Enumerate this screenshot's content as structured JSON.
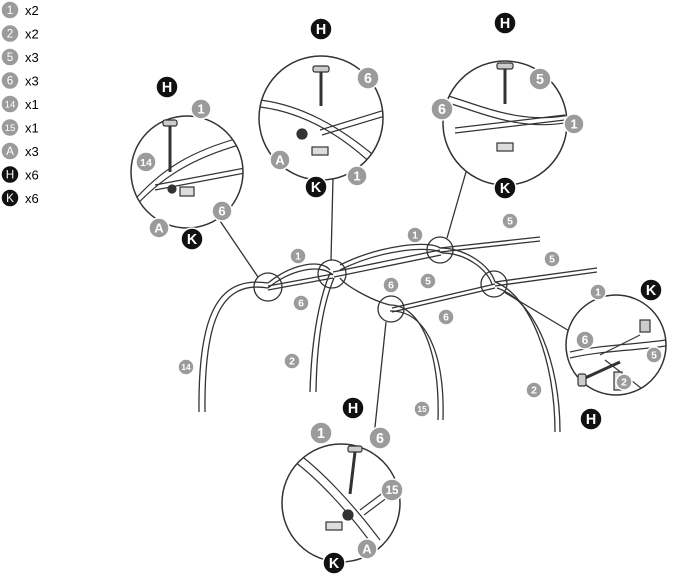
{
  "legend": [
    {
      "part": "1",
      "qty": "x2",
      "style": "gray"
    },
    {
      "part": "2",
      "qty": "x2",
      "style": "gray"
    },
    {
      "part": "5",
      "qty": "x3",
      "style": "gray"
    },
    {
      "part": "6",
      "qty": "x3",
      "style": "gray"
    },
    {
      "part": "14",
      "qty": "x1",
      "style": "gray"
    },
    {
      "part": "15",
      "qty": "x1",
      "style": "gray"
    },
    {
      "part": "A",
      "qty": "x3",
      "style": "gray"
    },
    {
      "part": "H",
      "qty": "x6",
      "style": "black"
    },
    {
      "part": "K",
      "qty": "x6",
      "style": "black"
    }
  ],
  "labels": {
    "part_1": "1",
    "part_2": "2",
    "part_5": "5",
    "part_6": "6",
    "part_14": "14",
    "part_15": "15",
    "hardware_a": "A",
    "hardware_h": "H",
    "hardware_k": "K"
  },
  "colors": {
    "badge_gray": "#9b9b9b",
    "badge_black": "#111111",
    "line": "#333333",
    "label_gray": "#9b9b9b"
  }
}
